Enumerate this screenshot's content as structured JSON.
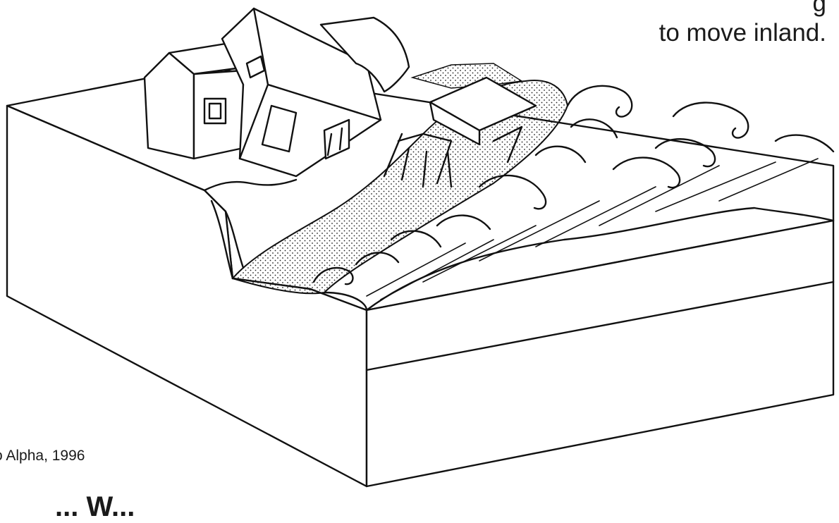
{
  "caption": {
    "line1_partial": "g",
    "line2": "to move inland."
  },
  "credit": "o Alpha, 1996",
  "cut_heading": "... W..."
}
